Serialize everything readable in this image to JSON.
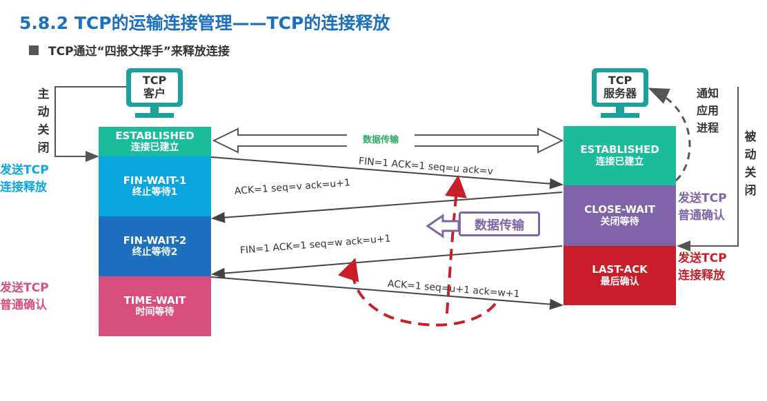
{
  "title": "5.8.2 TCP的运输连接管理——TCP的连接释放",
  "subtitle": "TCP通过“四报文挥手”来释放连接",
  "client": {
    "label_line1": "TCP",
    "label_line2": "客户",
    "active_close": [
      "主",
      "动",
      "关",
      "闭"
    ],
    "states": [
      {
        "en": "ESTABLISHED",
        "zh": "连接已建立",
        "color": "#1abc9c"
      },
      {
        "en": "FIN-WAIT-1",
        "zh": "终止等待1",
        "color": "#0aa6e0"
      },
      {
        "en": "FIN-WAIT-2",
        "zh": "终止等待2",
        "color": "#1d6fc0"
      },
      {
        "en": "TIME-WAIT",
        "zh": "时间等待",
        "color": "#d84f7f"
      }
    ],
    "notes": {
      "send_release": "发送TCP\n连接释放",
      "send_ack": "发送TCP\n普通确认"
    }
  },
  "server": {
    "label_line1": "TCP",
    "label_line2": "服务器",
    "notify": [
      "通知",
      "应用",
      "进程"
    ],
    "passive_close": [
      "被",
      "动",
      "关",
      "闭"
    ],
    "states": [
      {
        "en": "ESTABLISHED",
        "zh": "连接已建立",
        "color": "#1abc9c"
      },
      {
        "en": "CLOSE-WAIT",
        "zh": "关闭等待",
        "color": "#7f63a6"
      },
      {
        "en": "LAST-ACK",
        "zh": "最后确认",
        "color": "#c81e2a"
      }
    ],
    "notes": {
      "send_ack": "发送TCP\n普通确认",
      "send_release": "发送TCP\n连接释放"
    }
  },
  "data_transfer_label": "数据传输",
  "data_transfer_box": "数据传输",
  "messages": {
    "m1": "FIN=1   ACK=1   seq=u   ack=v",
    "m2": "ACK=1    seq=v    ack=u+1",
    "m3": "FIN=1    ACK=1    seq=w    ack=u+1",
    "m4": "ACK=1   seq=u+1    ack=w+1"
  },
  "colors": {
    "title": "#1b6fc0",
    "client_note_release": "#0aa6e0",
    "client_note_ack": "#d84f7f",
    "server_note_ack": "#7f63a6",
    "server_note_release": "#c81e2a",
    "dashed_red": "#c81e2a",
    "computer": "#1aa19c"
  },
  "icons": [
    "computer-icon",
    "arrow-icon"
  ]
}
